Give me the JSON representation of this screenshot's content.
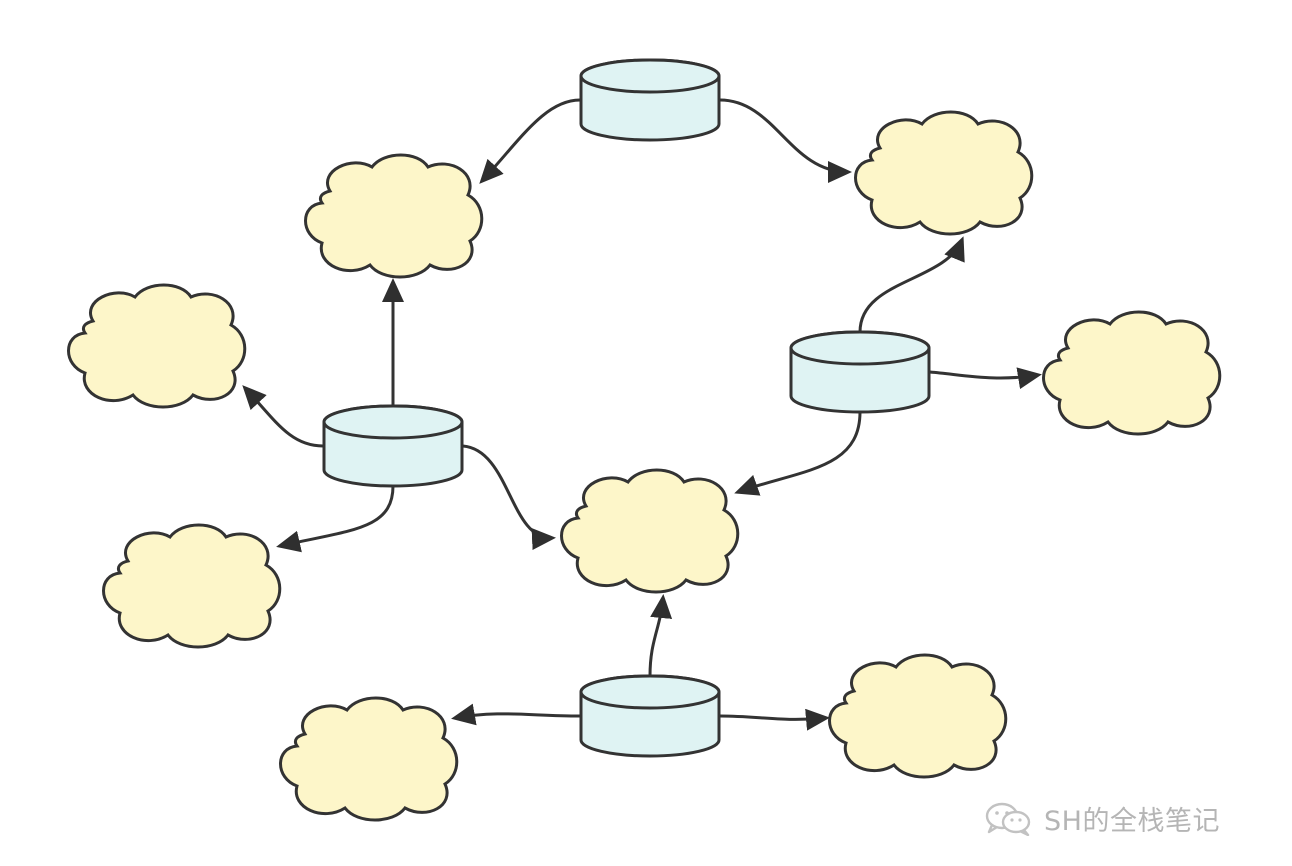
{
  "diagram": {
    "type": "network-topology",
    "node_kinds": {
      "cylinder": "database-icon",
      "cloud": "cloud-icon"
    },
    "colors": {
      "cylinder_fill": "#dff3f3",
      "cloud_fill": "#fdf6c9",
      "stroke": "#333333",
      "background": "#ffffff"
    },
    "nodes": [
      {
        "id": "db-top",
        "kind": "cylinder"
      },
      {
        "id": "db-left",
        "kind": "cylinder"
      },
      {
        "id": "db-right",
        "kind": "cylinder"
      },
      {
        "id": "db-bottom",
        "kind": "cylinder"
      },
      {
        "id": "cloud-top-left",
        "kind": "cloud"
      },
      {
        "id": "cloud-top-right",
        "kind": "cloud"
      },
      {
        "id": "cloud-far-left",
        "kind": "cloud"
      },
      {
        "id": "cloud-left-lower",
        "kind": "cloud"
      },
      {
        "id": "cloud-center",
        "kind": "cloud"
      },
      {
        "id": "cloud-right",
        "kind": "cloud"
      },
      {
        "id": "cloud-bottom-left",
        "kind": "cloud"
      },
      {
        "id": "cloud-bottom-right",
        "kind": "cloud"
      }
    ],
    "edges": [
      {
        "from": "db-top",
        "to": "cloud-top-left"
      },
      {
        "from": "db-top",
        "to": "cloud-top-right"
      },
      {
        "from": "db-left",
        "to": "cloud-top-left"
      },
      {
        "from": "db-left",
        "to": "cloud-far-left"
      },
      {
        "from": "db-left",
        "to": "cloud-left-lower"
      },
      {
        "from": "db-left",
        "to": "cloud-center"
      },
      {
        "from": "db-right",
        "to": "cloud-top-right"
      },
      {
        "from": "db-right",
        "to": "cloud-right"
      },
      {
        "from": "db-right",
        "to": "cloud-center"
      },
      {
        "from": "db-bottom",
        "to": "cloud-center"
      },
      {
        "from": "db-bottom",
        "to": "cloud-bottom-left"
      },
      {
        "from": "db-bottom",
        "to": "cloud-bottom-right"
      }
    ]
  },
  "watermark": {
    "icon": "wechat-icon",
    "text": "SH的全栈笔记"
  }
}
